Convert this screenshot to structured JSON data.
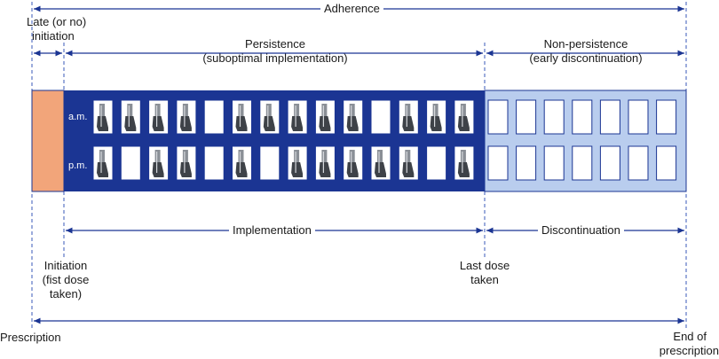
{
  "header": {
    "adherence": "Adherence",
    "late_initiation": [
      "Late (or no)",
      "initiation"
    ],
    "persistence": [
      "Persistence",
      "(suboptimal implementation)"
    ],
    "non_persistence": [
      "Non-persistence",
      "(early discontinuation)"
    ]
  },
  "rows": {
    "am_label": "a.m.",
    "pm_label": "p.m."
  },
  "dose_pattern": {
    "am": [
      1,
      1,
      1,
      1,
      0,
      1,
      1,
      1,
      1,
      1,
      0,
      1,
      1,
      1
    ],
    "pm": [
      1,
      0,
      1,
      1,
      0,
      1,
      0,
      1,
      1,
      1,
      1,
      1,
      0,
      1
    ],
    "discontinued_slots": 7
  },
  "phases": {
    "implementation": "Implementation",
    "discontinuation": "Discontinuation"
  },
  "events": {
    "initiation": [
      "Initiation",
      "(fist dose",
      "taken)"
    ],
    "last_dose": [
      "Last dose",
      "taken"
    ],
    "prescription": "Prescription",
    "end_of_prescription": [
      "End of",
      "prescription"
    ]
  },
  "colors": {
    "late_block": "#f2a57a",
    "persistence_block": "#1b3593",
    "non_persistence_block": "#b9cdee",
    "arrow": "#1b3593",
    "dash": "#3a58b8"
  }
}
